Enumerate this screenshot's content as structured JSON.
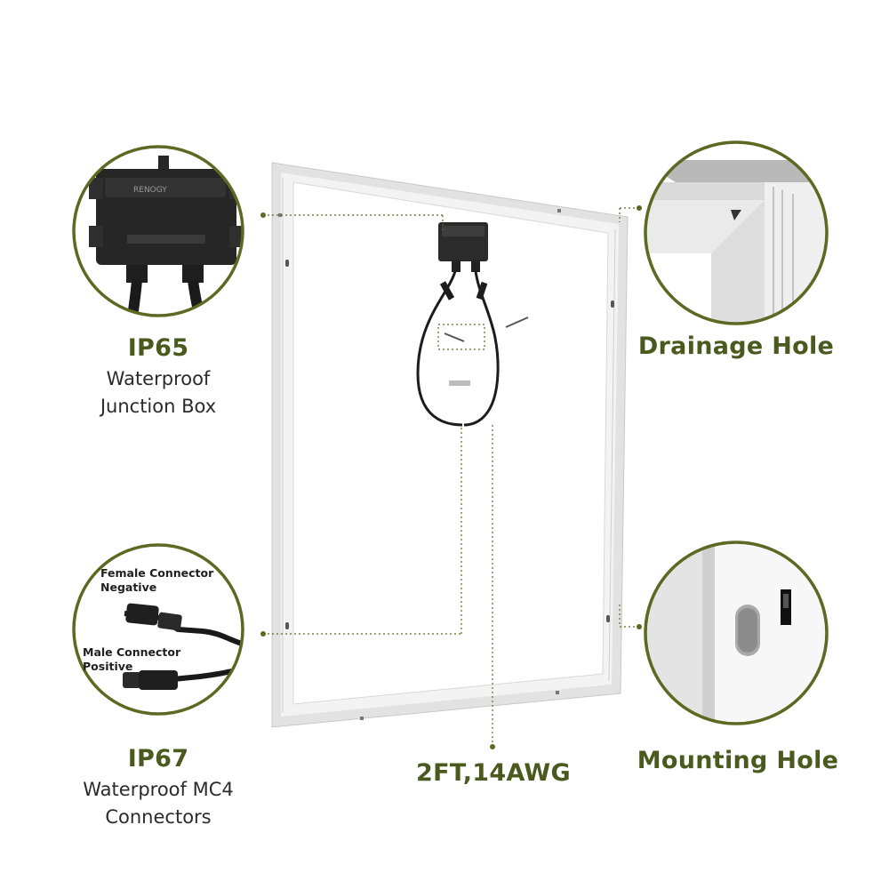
{
  "features": {
    "junction_box": {
      "title": "IP65",
      "line1": "Waterproof",
      "line2": "Junction Box"
    },
    "connectors": {
      "title": "IP67",
      "line1": "Waterproof MC4",
      "line2": "Connectors",
      "female_l1": "Female Connector",
      "female_l2": "Negative",
      "male_l1": "Male Connector",
      "male_l2": "Positive"
    },
    "drainage": {
      "title": "Drainage Hole"
    },
    "mounting": {
      "title": "Mounting Hole"
    },
    "cable": {
      "title": "2FT,14AWG"
    }
  },
  "junction_box_print": "RENOGY",
  "colors": {
    "accent": "#4a5a1e",
    "circle_border": "#5b6a22",
    "frame": "#dcdcdc",
    "cable": "#1c1c1c"
  }
}
